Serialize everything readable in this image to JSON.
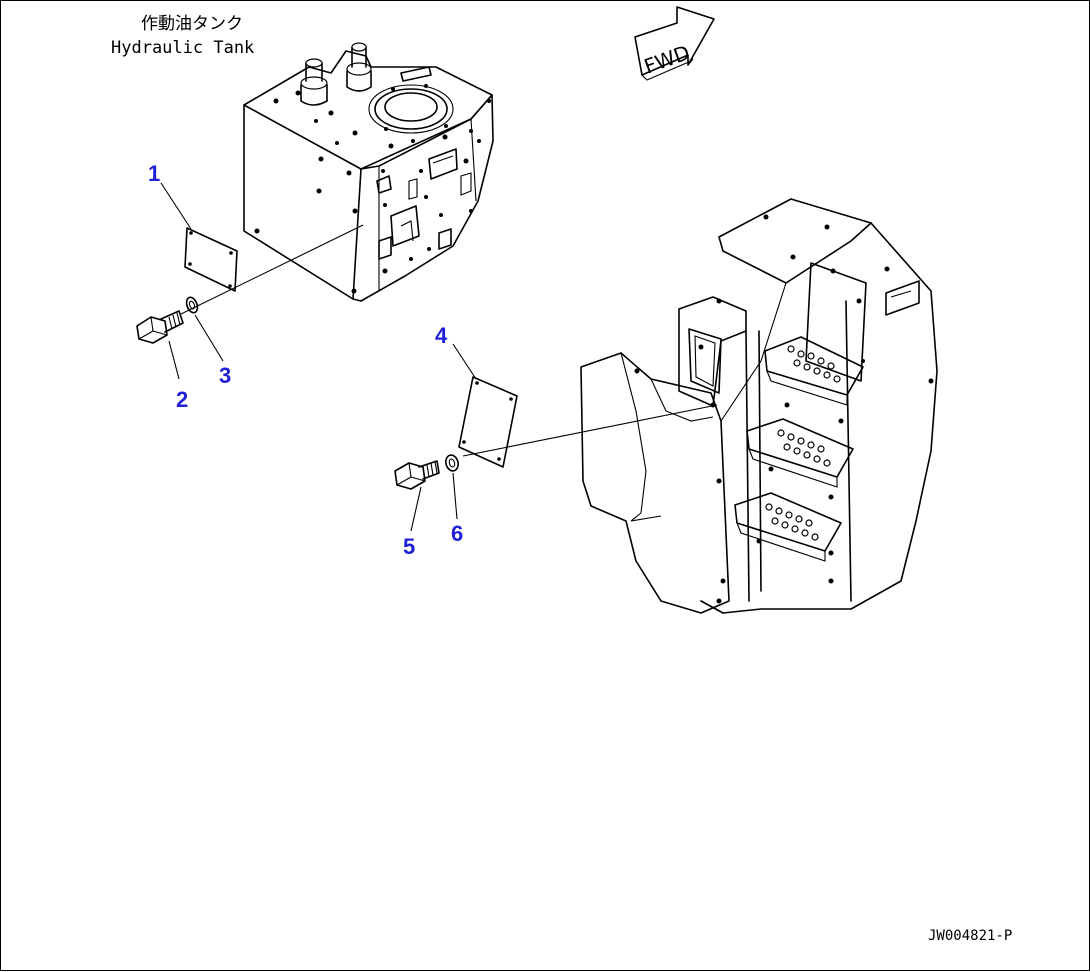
{
  "title": {
    "japanese": "作動油タンク",
    "english": "Hydraulic Tank"
  },
  "fwd_label": "FWD",
  "drawing_number": "JW004821-P",
  "callouts": [
    "1",
    "2",
    "3",
    "4",
    "5",
    "6"
  ],
  "colors": {
    "callout": "#1f1fd6",
    "line": "#000000"
  }
}
